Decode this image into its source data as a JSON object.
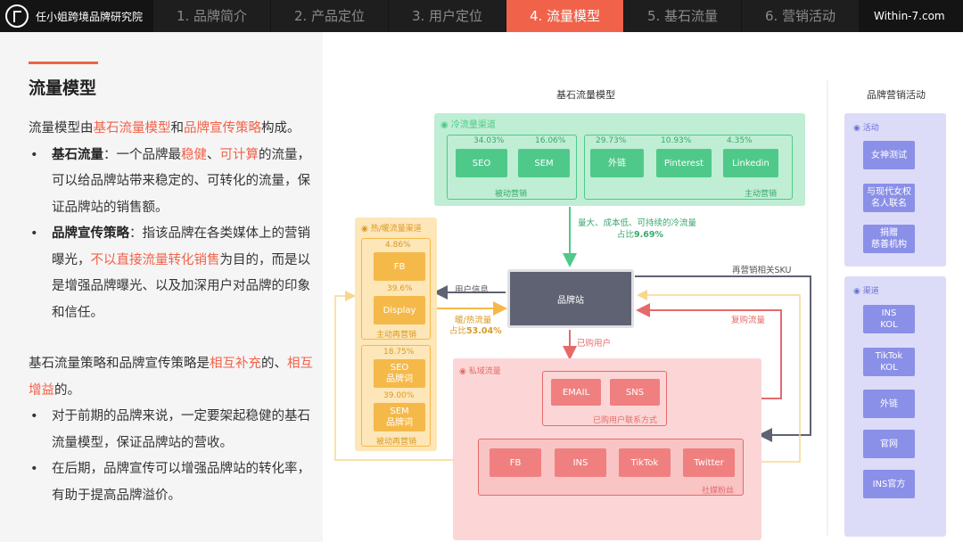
{
  "header": {
    "brand": "任小姐跨境品牌研究院",
    "tabs": [
      {
        "label": "1. 品牌简介",
        "active": false
      },
      {
        "label": "2. 产品定位",
        "active": false
      },
      {
        "label": "3. 用户定位",
        "active": false
      },
      {
        "label": "4. 流量模型",
        "active": true
      },
      {
        "label": "5. 基石流量",
        "active": false
      },
      {
        "label": "6. 营销活动",
        "active": false
      }
    ],
    "site": "Within-7.com"
  },
  "left": {
    "title": "流量模型",
    "intro": {
      "a": "流量模型由",
      "b": "基石流量模型",
      "c": "和",
      "d": "品牌宣传策略",
      "e": "构成。"
    },
    "bullet1": {
      "label": "基石流量",
      "a": "：一个品牌最",
      "b": "稳健",
      "c": "、",
      "d": "可计算",
      "e": "的流量，可以给品牌站带来稳定的、可转化的流量，保证品牌站的销售额。"
    },
    "bullet2": {
      "label": "品牌宣传策略",
      "a": "：指该品牌在各类媒体上的营销曝光，",
      "b": "不以直接流量转化销售",
      "c": "为目的，而是以是增强品牌曝光、以及加深用户对品牌的印象和信任。"
    },
    "para2": {
      "a": "基石流量策略和品牌宣传策略是",
      "b": "相互补充",
      "c": "的、",
      "d": "相互增益",
      "e": "的。"
    },
    "bullet3": "对于前期的品牌来说，一定要架起稳健的基石流量模型，保证品牌站的营收。",
    "bullet4": "在后期，品牌宣传可以增强品牌站的转化率，有助于提高品牌溢价。"
  },
  "diagram": {
    "title": "基石流量模型",
    "cold": {
      "label": "冷流量渠道",
      "passive": {
        "label": "被动营销",
        "items": [
          {
            "pct": "34.03%",
            "name": "SEO"
          },
          {
            "pct": "16.06%",
            "name": "SEM"
          }
        ]
      },
      "active": {
        "label": "主动营销",
        "items": [
          {
            "pct": "29.73%",
            "name": "外链"
          },
          {
            "pct": "10.93%",
            "name": "Pinterest"
          },
          {
            "pct": "4.35%",
            "name": "Linkedin"
          }
        ]
      },
      "flow_label": "量大、成本低、可持续的冷流量",
      "flow_share_prefix": "占比",
      "flow_share": "9.69%"
    },
    "hot": {
      "label": "热/暖流量渠道",
      "active": {
        "label": "主动再营销",
        "items": [
          {
            "pct": "4.86%",
            "name": "FB"
          },
          {
            "pct": "39.6%",
            "name": "Display"
          }
        ]
      },
      "passive": {
        "label": "被动再营销",
        "items": [
          {
            "pct": "18.75%",
            "name": "SEO\n品牌词"
          },
          {
            "pct": "39.00%",
            "name": "SEM\n品牌词"
          }
        ]
      },
      "flow_label": "暖/热流量",
      "flow_share_prefix": "占比",
      "flow_share": "53.04%"
    },
    "center": "品牌站",
    "user_info": "用户信息",
    "remarketing_sku": "再营销相关SKU",
    "return_traffic": "复购流量",
    "bought_users": "已购用户",
    "private": {
      "label": "私域流量",
      "contact": {
        "label": "已购用户联系方式",
        "items": [
          "EMAIL",
          "SNS"
        ]
      },
      "social": {
        "label": "社媒粉丝",
        "items": [
          "FB",
          "INS",
          "TikTok",
          "Twitter"
        ]
      }
    },
    "right": {
      "title": "品牌营销活动",
      "activity": {
        "label": "活动",
        "items": [
          "女神测试",
          "与现代女权\n名人联名",
          "捐赠\n慈善机构"
        ]
      },
      "channels": {
        "label": "渠道",
        "items": [
          "INS\nKOL",
          "TikTok\nKOL",
          "外链",
          "官网",
          "INS官方"
        ]
      }
    }
  },
  "colors": {
    "accent": "#f0624a",
    "cold": "#4fc98a",
    "hot": "#f5b94a",
    "private": "#f08080",
    "brand_marketing": "#8a8fe8",
    "center": "#5f6273"
  }
}
